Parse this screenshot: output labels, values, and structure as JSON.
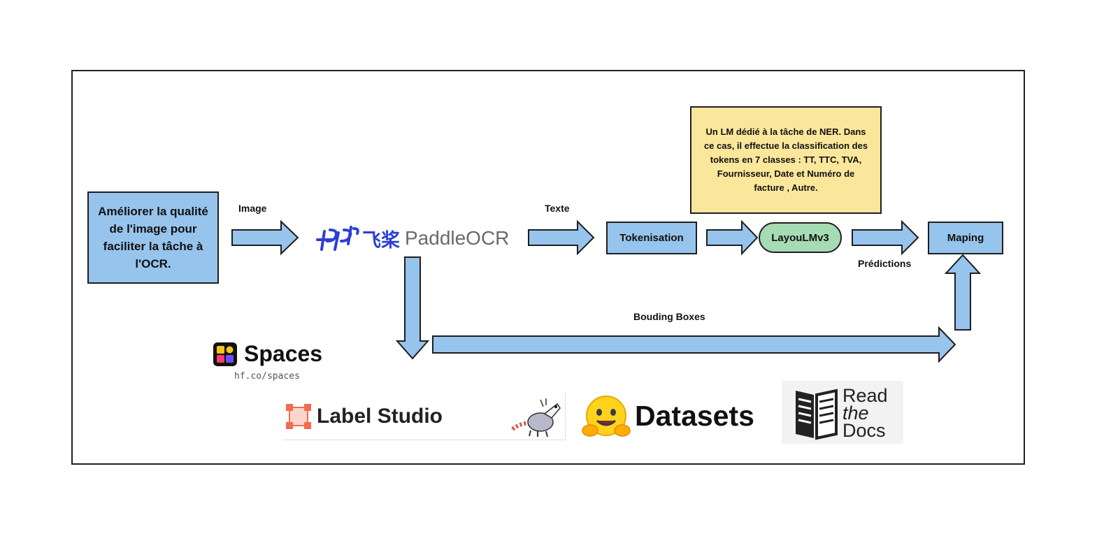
{
  "boxes": {
    "improve": "Améliorer la qualité de l'image pour faciliter la tâche à l'OCR.",
    "tokenisation": "Tokenisation",
    "layoutlm": "LayouLMv3",
    "maping": "Maping",
    "note": "Un LM dédié à la tâche de NER. Dans ce cas, il effectue la classification des tokens en 7 classes : TT, TTC, TVA, Fournisseur, Date et Numéro de facture , Autre."
  },
  "edge_labels": {
    "image": "Image",
    "texte": "Texte",
    "predictions": "Prédictions",
    "bounding_boxes": "Bouding Boxes"
  },
  "logos": {
    "paddle_cn": "飞桨",
    "paddle_name": "PaddleOCR",
    "spaces_title": "Spaces",
    "spaces_sub": "hf.co/spaces",
    "label_studio": "Label Studio",
    "datasets": "Datasets",
    "rtd_1": "Read",
    "rtd_2": "the",
    "rtd_3": "Docs"
  },
  "colors": {
    "arrow_fill": "#97c4ec",
    "box_fill": "#97c4ec",
    "note_fill": "#fbe79b",
    "model_fill": "#a6dcb4",
    "paddle_blue": "#2b3fd6"
  }
}
